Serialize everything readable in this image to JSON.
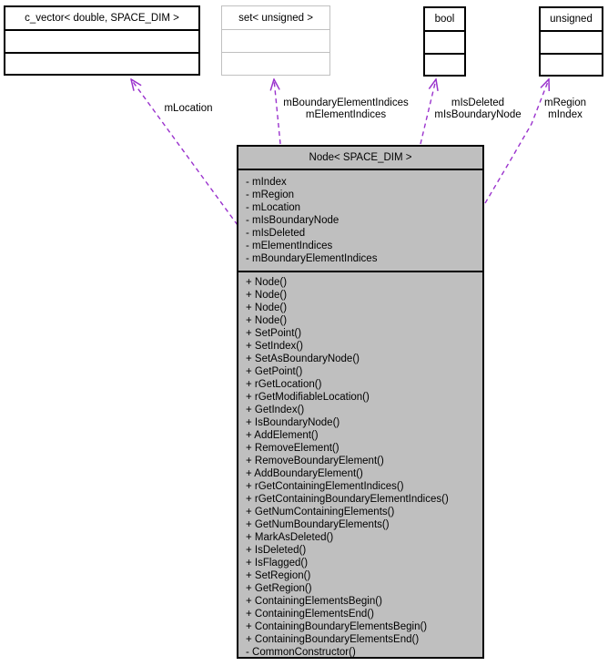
{
  "diagram": {
    "kind": "uml-collaboration-diagram"
  },
  "top_nodes": [
    {
      "label": "c_vector< double, SPACE_DIM >"
    },
    {
      "label": "set< unsigned >"
    },
    {
      "label": "bool"
    },
    {
      "label": "unsigned"
    }
  ],
  "edges": [
    {
      "label_lines": [
        "mLocation"
      ]
    },
    {
      "label_lines": [
        "mBoundaryElementIndices",
        "mElementIndices"
      ]
    },
    {
      "label_lines": [
        "mIsDeleted",
        "mIsBoundaryNode"
      ]
    },
    {
      "label_lines": [
        "mRegion",
        "mIndex"
      ]
    }
  ],
  "main_node": {
    "title": "Node< SPACE_DIM >",
    "attributes": [
      "- mIndex",
      "- mRegion",
      "- mLocation",
      "- mIsBoundaryNode",
      "- mIsDeleted",
      "- mElementIndices",
      "- mBoundaryElementIndices"
    ],
    "methods": [
      "+ Node()",
      "+ Node()",
      "+ Node()",
      "+ Node()",
      "+ SetPoint()",
      "+ SetIndex()",
      "+ SetAsBoundaryNode()",
      "+ GetPoint()",
      "+ rGetLocation()",
      "+ rGetModifiableLocation()",
      "+ GetIndex()",
      "+ IsBoundaryNode()",
      "+ AddElement()",
      "+ RemoveElement()",
      "+ RemoveBoundaryElement()",
      "+ AddBoundaryElement()",
      "+ rGetContainingElementIndices()",
      "+ rGetContainingBoundaryElementIndices()",
      "+ GetNumContainingElements()",
      "+ GetNumBoundaryElements()",
      "+ MarkAsDeleted()",
      "+ IsDeleted()",
      "+ IsFlagged()",
      "+ SetRegion()",
      "+ GetRegion()",
      "+ ContainingElementsBegin()",
      "+ ContainingElementsEnd()",
      "+ ContainingBoundaryElementsBegin()",
      "+ ContainingBoundaryElementsEnd()",
      "- CommonConstructor()"
    ]
  },
  "colors": {
    "edge": "#9a32cd",
    "main_node_fill": "#bfbfbf",
    "documented_border": "#000000",
    "undocumented_border": "#c0c0c0"
  }
}
